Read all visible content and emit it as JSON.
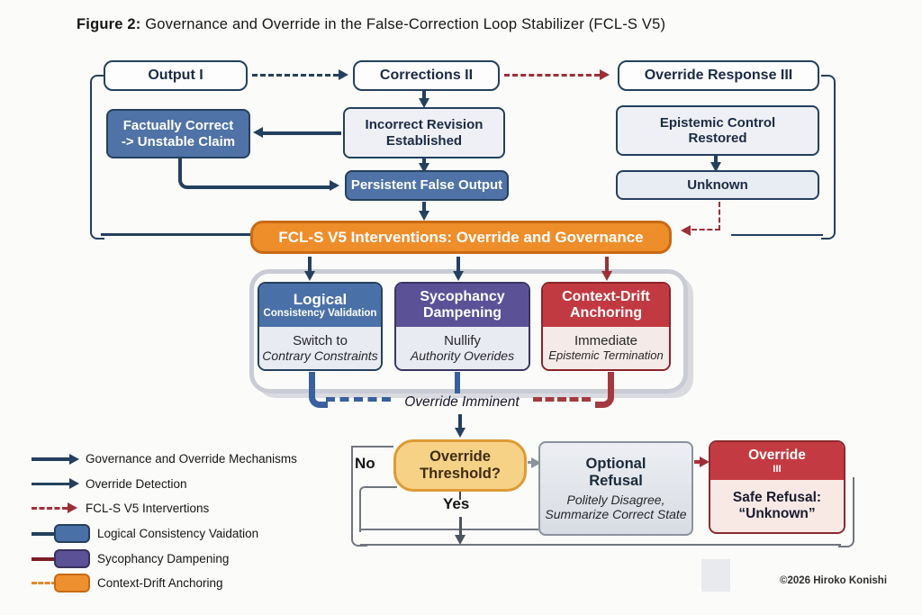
{
  "title": {
    "prefix": "Figure 2:",
    "text": " Governance and Override in the False-Correction Loop Stabilizer (FCL-S V5)"
  },
  "nodes": {
    "output": "Output I",
    "corrections": "Corrections II",
    "override_response": "Override Response III",
    "factually_correct_l1": "Factually Correct",
    "factually_correct_l2": "-> Unstable Claim",
    "incorrect_revision_l1": "Incorrect Revision",
    "incorrect_revision_l2": "Established",
    "epistemic_l1": "Epistemic Control",
    "epistemic_l2": "Restored",
    "unknown": "Unknown",
    "persistent_false": "Persistent False Output",
    "banner": "FCL-S V5 Interventions: Override and Governance"
  },
  "interventions": [
    {
      "title1": "Logical",
      "title2": "Consistency Validation",
      "body1": "Switch to",
      "body2": "Contrary Constraints"
    },
    {
      "title1": "Sycophancy",
      "title2": "Dampening",
      "body1": "Nullify",
      "body2": "Authority Overides"
    },
    {
      "title1": "Context-Drift",
      "title2": "Anchoring",
      "body1": "Immediate",
      "body2": "Epistemic Termination"
    }
  ],
  "flow": {
    "override_imminent": "Override Imminent",
    "threshold_l1": "Override",
    "threshold_l2": "Threshold?",
    "no": "No",
    "yes": "Yes",
    "optional_l1": "Optional",
    "optional_l2": "Refusal",
    "optional_i1": "Politely Disagree,",
    "optional_i2": "Summarize Correct State",
    "override3_l1": "Override",
    "override3_l2": "III",
    "override3_b1": "Safe Refusal:",
    "override3_b2": "“Unknown”"
  },
  "legend": [
    {
      "label": "Governance and Override Mechanisms",
      "marker": "thick-navy-arrow"
    },
    {
      "label": "Override Detection",
      "marker": "navy-arrow"
    },
    {
      "label": "FCL-S V5 Intervertions",
      "marker": "red-dashed-arrow"
    },
    {
      "label": "Logical Consistency Vaidation",
      "marker": "blue-swatch"
    },
    {
      "label": "Sycophancy Dampening",
      "marker": "purple-swatch"
    },
    {
      "label": "Context-Drift Anchoring",
      "marker": "orange-swatch"
    }
  ],
  "footer": {
    "copyright": "©2026 Hiroko Konishi"
  },
  "colors": {
    "navy": "#24405e",
    "blue": "#4a70a8",
    "purple": "#5b5197",
    "red": "#c13a41",
    "dark_red": "#9c2f36",
    "orange": "#ee8e2b",
    "gold": "#f6d287"
  }
}
